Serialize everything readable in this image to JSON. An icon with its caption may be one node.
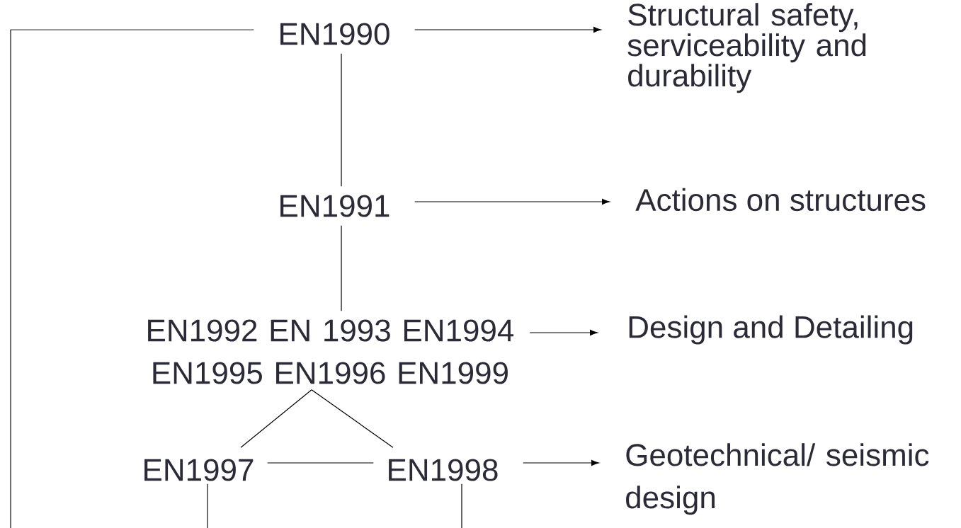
{
  "diagram": {
    "nodes": [
      {
        "text": [
          "EN1990"
        ]
      },
      {
        "text": [
          "Structural safety, serviceability and durability"
        ]
      },
      {
        "text": [
          "EN1991"
        ]
      },
      {
        "text": [
          "Actions on structures"
        ]
      },
      {
        "text": [
          "EN1992 EN 1993 EN1994 EN1995 EN1996 EN1999"
        ]
      },
      {
        "text": [
          "Design and Detailing"
        ]
      },
      {
        "text": [
          "EN1997"
        ]
      },
      {
        "text": [
          "EN1998"
        ]
      },
      {
        "text": [
          "Geotechnical/ seismic design"
        ]
      }
    ],
    "edges": [
      {
        "from": 0,
        "to": 1,
        "arrow": "to"
      },
      {
        "from": 0,
        "to": 2,
        "arrow": "none"
      },
      {
        "from": 0,
        "to": null,
        "arrow": "none"
      },
      {
        "from": 2,
        "to": 3,
        "arrow": "to"
      },
      {
        "from": 2,
        "to": 4,
        "arrow": "none"
      },
      {
        "from": 4,
        "to": 5,
        "arrow": "to"
      },
      {
        "from": 4,
        "to": 6,
        "arrow": "none"
      },
      {
        "from": 4,
        "to": 7,
        "arrow": "none"
      },
      {
        "from": 6,
        "to": 7,
        "arrow": "none"
      },
      {
        "from": 7,
        "to": 8,
        "arrow": "to"
      },
      {
        "from": 6,
        "to": null,
        "arrow": "none"
      },
      {
        "from": 7,
        "to": null,
        "arrow": "none"
      }
    ]
  }
}
